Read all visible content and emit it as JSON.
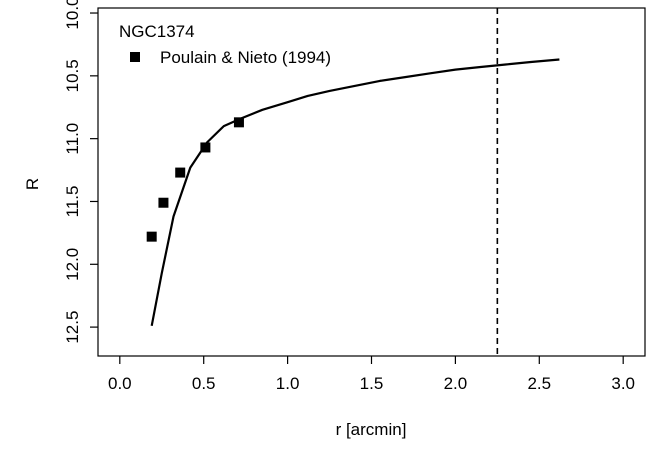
{
  "chart_data": {
    "type": "scatter",
    "title": "NGC1374",
    "xlabel": "r [arcmin]",
    "ylabel": "R",
    "xlim": [
      -0.13,
      3.13
    ],
    "ylim": [
      12.73,
      9.96
    ],
    "y_inverted": true,
    "x_ticks": [
      0.0,
      0.5,
      1.0,
      1.5,
      2.0,
      2.5,
      3.0
    ],
    "x_tick_labels": [
      "0.0",
      "0.5",
      "1.0",
      "1.5",
      "2.0",
      "2.5",
      "3.0"
    ],
    "y_ticks": [
      10.0,
      10.5,
      11.0,
      11.5,
      12.0,
      12.5
    ],
    "y_tick_labels": [
      "10.0",
      "10.5",
      "11.0",
      "11.5",
      "12.0",
      "12.5"
    ],
    "grid": false,
    "legend_position": "top-left",
    "series": [
      {
        "name": "Poulain & Nieto (1994)",
        "kind": "points",
        "marker": "filled-square",
        "x": [
          0.19,
          0.26,
          0.36,
          0.51,
          0.71
        ],
        "y": [
          11.78,
          11.51,
          11.27,
          11.07,
          10.87
        ]
      },
      {
        "kind": "line",
        "style": "solid",
        "x": [
          0.19,
          0.25,
          0.32,
          0.42,
          0.52,
          0.62,
          0.72,
          0.85,
          1.0,
          1.12,
          1.25,
          1.4,
          1.55,
          1.7,
          1.85,
          2.0,
          2.15,
          2.3,
          2.45,
          2.62
        ],
        "y": [
          12.49,
          12.07,
          11.62,
          11.23,
          11.03,
          10.9,
          10.84,
          10.77,
          10.71,
          10.66,
          10.62,
          10.58,
          10.54,
          10.51,
          10.48,
          10.45,
          10.43,
          10.41,
          10.39,
          10.37
        ]
      },
      {
        "kind": "vline",
        "style": "dashed",
        "x": 2.25
      }
    ]
  }
}
